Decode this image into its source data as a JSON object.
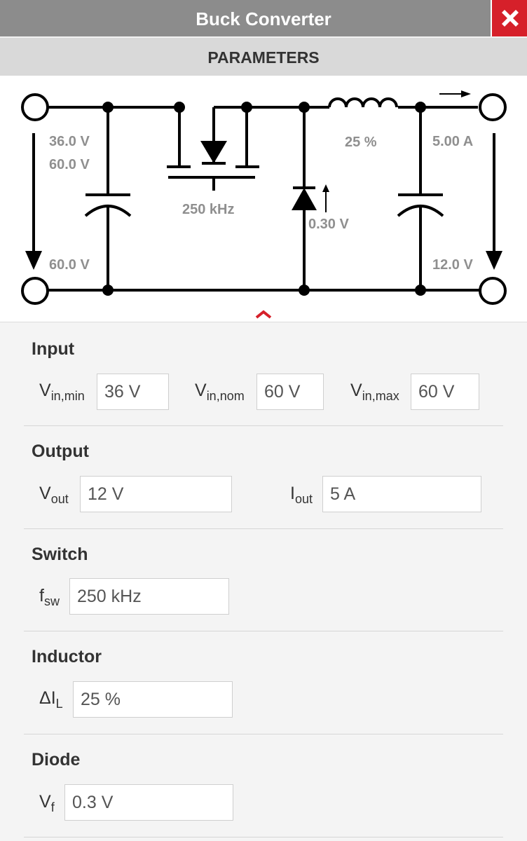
{
  "window": {
    "title": "Buck Converter",
    "close_icon": "close-icon",
    "accent": "#d6202a"
  },
  "parameters_header": "PARAMETERS",
  "schematic": {
    "vin_min": "36.0 V",
    "vin_max": "60.0 V",
    "vin_nom": "60.0 V",
    "fsw": "250 kHz",
    "ripple": "25 %",
    "vf": "0.30 V",
    "iout": "5.00 A",
    "vout": "12.0 V",
    "collapse_icon": "chevron-up-icon"
  },
  "sections": {
    "input": {
      "title": "Input",
      "vin_min": {
        "label": "V",
        "sub": "in,min",
        "value": "36 V"
      },
      "vin_nom": {
        "label": "V",
        "sub": "in,nom",
        "value": "60 V"
      },
      "vin_max": {
        "label": "V",
        "sub": "in,max",
        "value": "60 V"
      }
    },
    "output": {
      "title": "Output",
      "vout": {
        "label": "V",
        "sub": "out",
        "value": "12 V"
      },
      "iout": {
        "label": "I",
        "sub": "out",
        "value": "5 A"
      }
    },
    "switch": {
      "title": "Switch",
      "fsw": {
        "label": "f",
        "sub": "sw",
        "value": "250 kHz"
      }
    },
    "inductor": {
      "title": "Inductor",
      "ripple": {
        "label": "ΔI",
        "sub": "L",
        "value": "25 %"
      }
    },
    "diode": {
      "title": "Diode",
      "vf": {
        "label": "V",
        "sub": "f",
        "value": "0.3 V"
      }
    }
  }
}
